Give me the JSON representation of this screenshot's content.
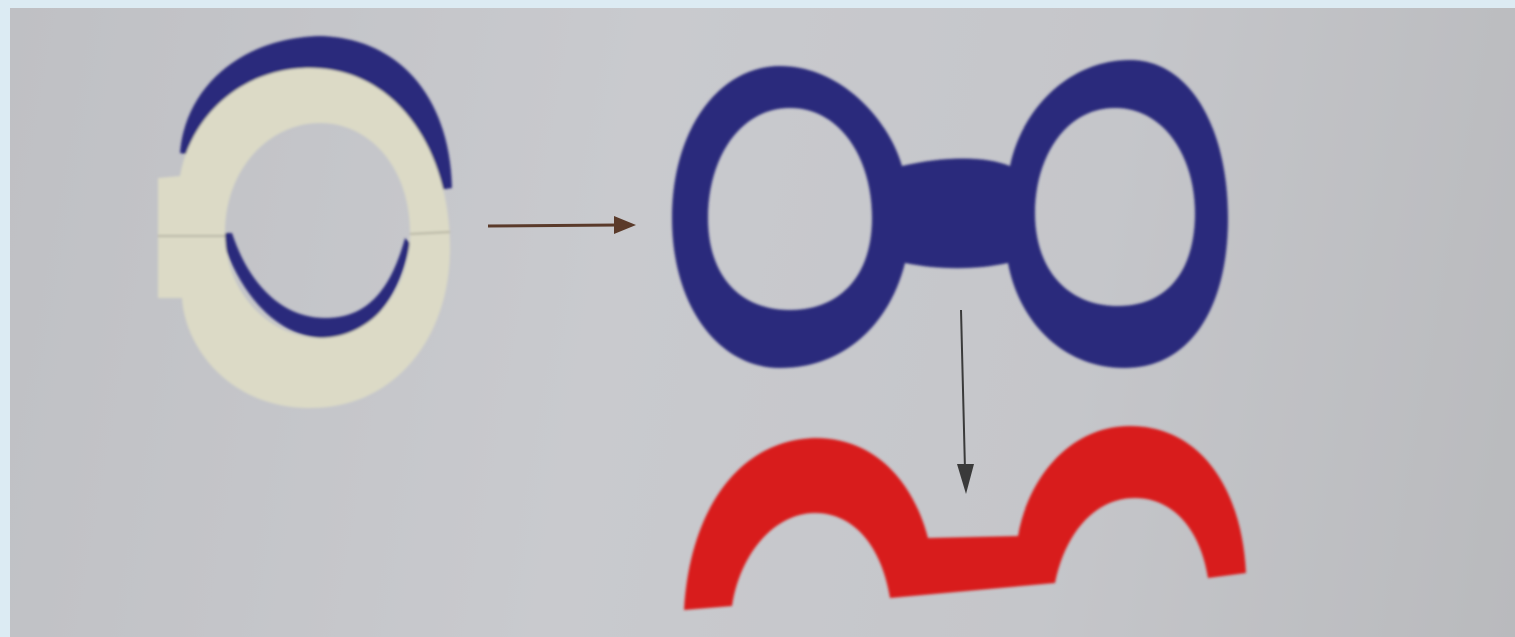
{
  "colors": {
    "background": "#c6c7cb",
    "frame": "#dcebf3",
    "folded_paper": "#dcdac6",
    "blue_shape": "#2c2a7c",
    "red_shape": "#d81c1e",
    "arrow": "#5a3a2a"
  },
  "icons": [
    "folded-ring-template",
    "arrow-right-icon",
    "blue-spectacles-shape",
    "arrow-down-icon",
    "red-arch-shape"
  ],
  "page": {
    "number_text": ""
  }
}
